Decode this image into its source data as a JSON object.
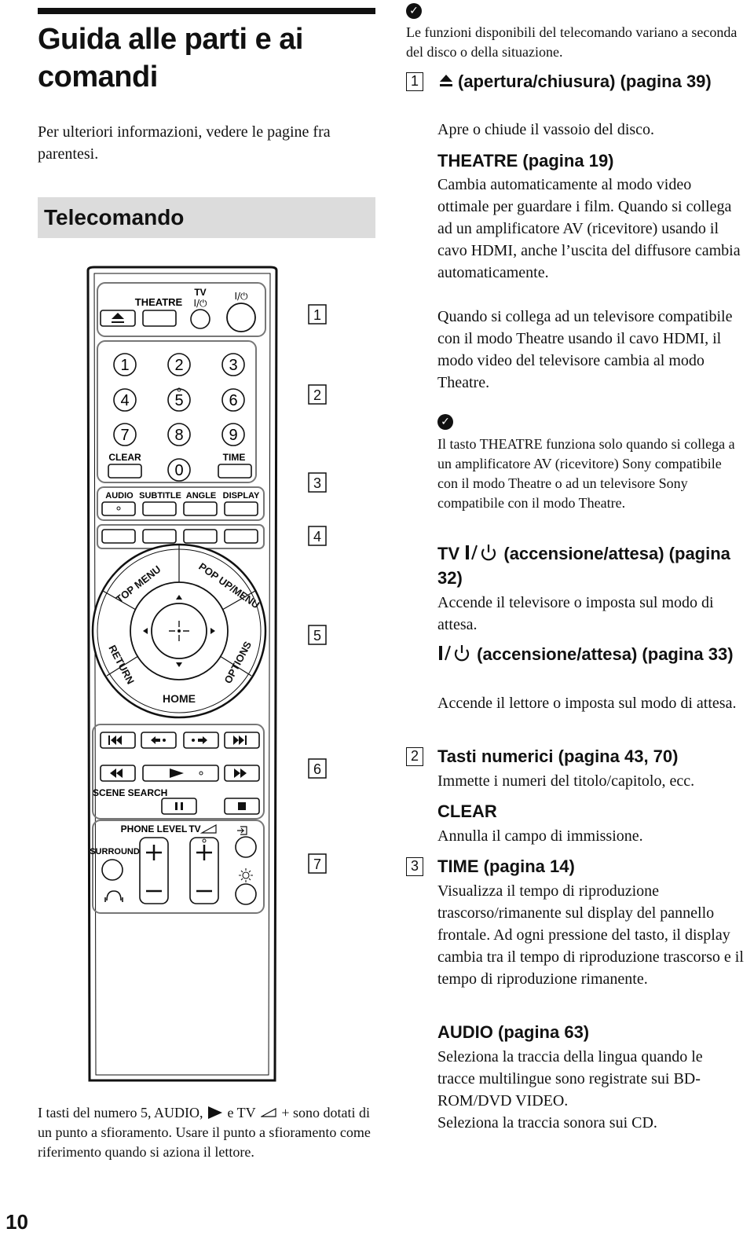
{
  "page_title": "Guida alle parti e ai comandi",
  "intro": "Per ulteriori informazioni, vedere le pagine fra parentesi.",
  "section_title": "Telecomando",
  "remote": {
    "labels": {
      "theatre": "THEATRE",
      "tv": "TV",
      "tv_power": "I/⏻",
      "power": "I/⏻",
      "clear": "CLEAR",
      "time": "TIME",
      "audio": "AUDIO",
      "subtitle": "SUBTITLE",
      "angle": "ANGLE",
      "display": "DISPLAY",
      "top_menu": "TOP MENU",
      "popup_menu": "POP UP/MENU",
      "return": "RETURN",
      "options": "OPTIONS",
      "home": "HOME",
      "scene_search": "SCENE SEARCH",
      "phone_level": "PHONE LEVEL",
      "tv_volume": "TV",
      "surround": "SURROUND"
    },
    "digits": [
      "1",
      "2",
      "3",
      "4",
      "5",
      "6",
      "7",
      "8",
      "9",
      "0"
    ],
    "callouts": [
      "1",
      "2",
      "3",
      "4",
      "5",
      "6",
      "7"
    ]
  },
  "foot_note": {
    "part1": "I tasti del numero 5, AUDIO,",
    "part2": "e TV",
    "part3": "+ sono dotati di un punto a sfioramento. Usare il punto a sfioramento come riferimento quando si aziona il lettore."
  },
  "page_number": "10",
  "right": {
    "note_top": "Le funzioni disponibili del telecomando variano a seconda del disco o della situazione.",
    "items": [
      {
        "box": "1",
        "heading": "(apertura/chiusura) (pagina 39)",
        "body": "Apre o chiude il vassoio del disco."
      },
      {
        "heading": "THEATRE (pagina 19)",
        "body": "Cambia automaticamente al modo video ottimale per guardare i film. Quando si collega ad un amplificatore AV (ricevitore) usando il cavo HDMI, anche l’uscita del diffusore cambia automaticamente.",
        "body2": "Quando si collega ad un televisore compatibile con il modo Theatre usando il cavo HDMI, il modo video del televisore cambia al modo Theatre."
      },
      {
        "note": "Il tasto THEATRE funziona solo quando si collega a un amplificatore AV (ricevitore) Sony compatibile con il modo Theatre o ad un televisore Sony compatibile con il modo Theatre."
      },
      {
        "heading_prefix": "TV",
        "heading": "(accensione/attesa) (pagina 32)",
        "body": "Accende il televisore o imposta sul modo di attesa."
      },
      {
        "heading": "(accensione/attesa) (pagina 33)",
        "body": "Accende il lettore o imposta sul modo di attesa."
      },
      {
        "box": "2",
        "heading": "Tasti numerici (pagina 43, 70)",
        "body": "Immette i numeri del titolo/capitolo, ecc."
      },
      {
        "heading": "CLEAR",
        "body": "Annulla il campo di immissione."
      },
      {
        "box": "3",
        "heading": "TIME (pagina 14)",
        "body": "Visualizza il tempo di riproduzione trascorso/rimanente sul display del pannello frontale. Ad ogni pressione del tasto, il display cambia tra il tempo di riproduzione trascorso e il tempo di riproduzione rimanente."
      },
      {
        "heading": "AUDIO (pagina 63)",
        "body": "Seleziona la traccia della lingua quando le tracce multilingue sono registrate sui BD-ROM/DVD VIDEO.",
        "body2": "Seleziona la traccia sonora sui CD."
      }
    ]
  }
}
